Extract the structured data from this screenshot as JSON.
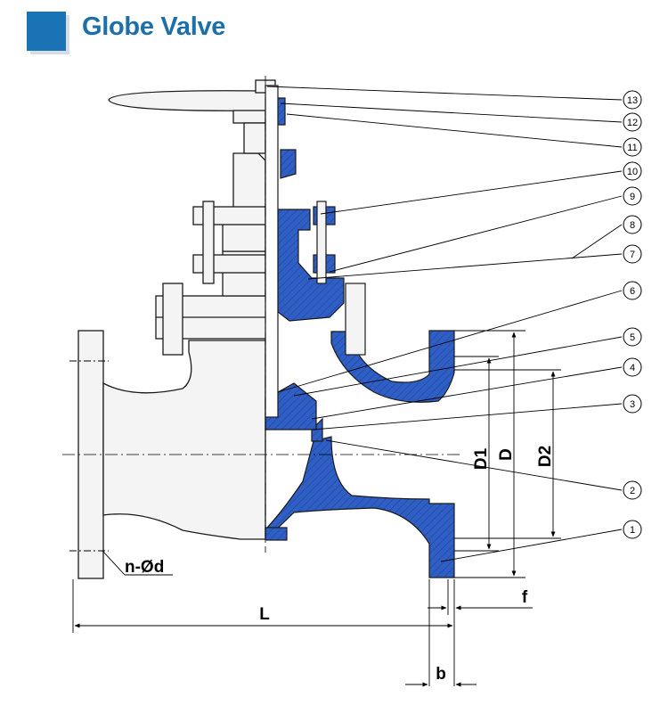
{
  "header": {
    "title": "Globe Valve",
    "accent_color": "#1a73b4"
  },
  "diagram": {
    "callouts": [
      "1",
      "2",
      "3",
      "4",
      "5",
      "6",
      "7",
      "8",
      "9",
      "10",
      "11",
      "12",
      "13"
    ],
    "dimensions": {
      "L": "L",
      "b": "b",
      "f": "f",
      "D": "D",
      "D1": "D1",
      "D2": "D2",
      "nd": "n-Ød"
    },
    "colors": {
      "section_fill": "#2f5fc4",
      "outline": "#1a1a1a",
      "body_fill": "#f4f4f4"
    }
  }
}
